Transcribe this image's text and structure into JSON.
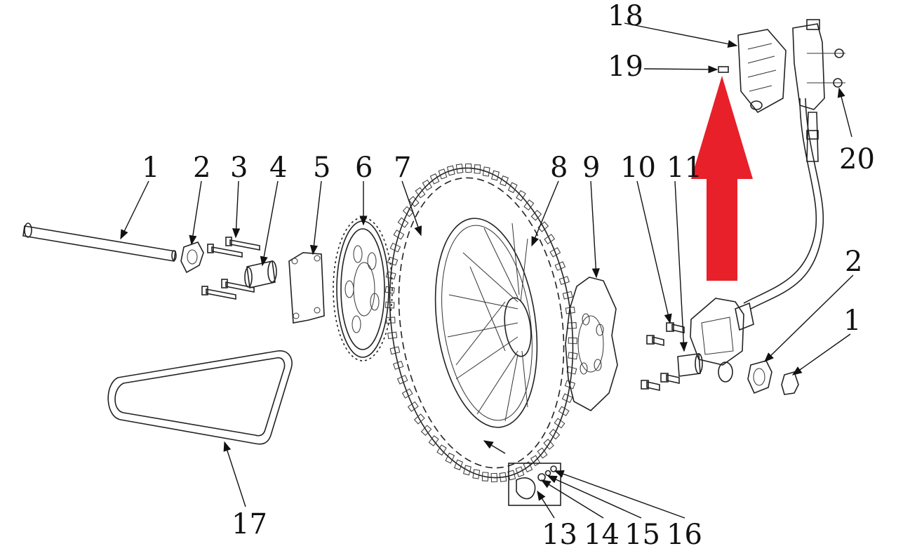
{
  "diagram": {
    "labels": {
      "l1a": "1",
      "l2a": "2",
      "l3": "3",
      "l4": "4",
      "l5": "5",
      "l6": "6",
      "l7": "7",
      "l8": "8",
      "l9": "9",
      "l10": "10",
      "l11": "11",
      "l2b": "2",
      "l1b": "1",
      "l13": "13",
      "l14": "14",
      "l15": "15",
      "l16": "16",
      "l17": "17",
      "l18": "18",
      "l19": "19",
      "l20": "20"
    },
    "arrow_color": "#e8202a"
  }
}
